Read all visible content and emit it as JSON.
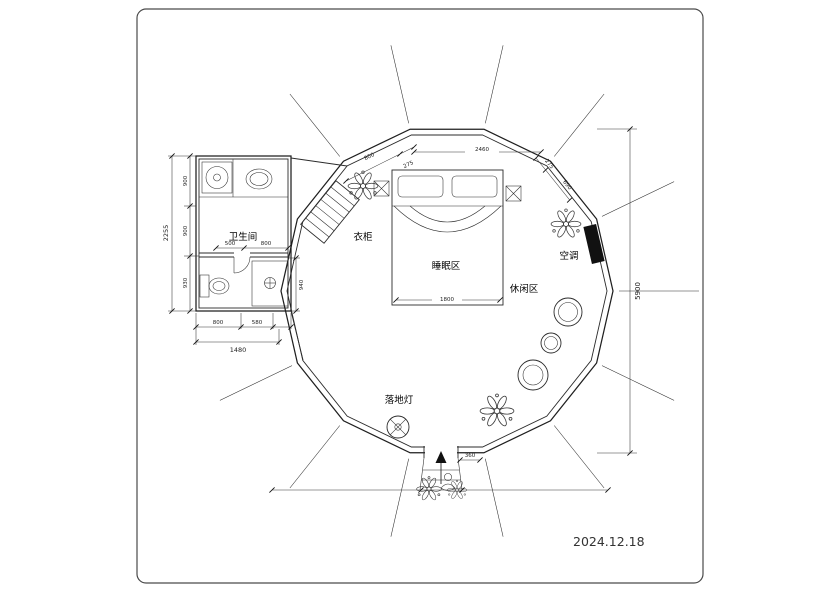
{
  "drawing": {
    "date": "2024.12.18",
    "rooms": {
      "bathroom": "卫生间",
      "wardrobe": "衣柜",
      "sleeping": "睡眠区",
      "leisure": "休闲区",
      "ac": "空调",
      "lamp": "落地灯"
    },
    "dims": {
      "height_overall": "5900",
      "bath_v_overall": "2255",
      "bath_v1": "900",
      "bath_v2": "900",
      "bath_v3": "930",
      "bath_h_overall": "1480",
      "bath_h1": "800",
      "bath_h2": "580",
      "bath_inner_w1": "500",
      "bath_inner_w2": "800",
      "bath_right": "940",
      "top_800": "800",
      "top_275a": "275",
      "top_2460": "2460",
      "top_275b": "275",
      "top_690": "690",
      "bed_w": "1800",
      "entry": "360"
    }
  }
}
